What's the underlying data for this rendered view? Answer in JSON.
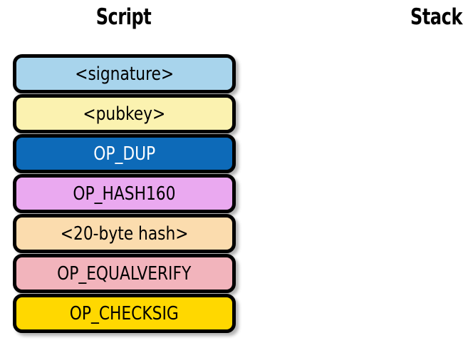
{
  "headings": {
    "script": "Script",
    "stack": "Stack"
  },
  "colors": {
    "border": "#000000",
    "background": "#ffffff",
    "signature_fill": "#a8d4ec",
    "pubkey_fill": "#fbf2b0",
    "op_dup_fill": "#0d6ab8",
    "op_hash160_fill": "#eaa9f0",
    "hash_fill": "#fbdcae",
    "op_equalverify_fill": "#f2b4bc",
    "op_checksig_fill": "#ffd800"
  },
  "script_items": [
    {
      "label": "<signature>",
      "fill": "#a8d4ec",
      "text_color": "#000000"
    },
    {
      "label": "<pubkey>",
      "fill": "#fbf2b0",
      "text_color": "#000000"
    },
    {
      "label": "OP_DUP",
      "fill": "#0d6ab8",
      "text_color": "#ffffff"
    },
    {
      "label": "OP_HASH160",
      "fill": "#eaa9f0",
      "text_color": "#000000"
    },
    {
      "label": "<20-byte hash>",
      "fill": "#fbdcae",
      "text_color": "#000000"
    },
    {
      "label": "OP_EQUALVERIFY",
      "fill": "#f2b4bc",
      "text_color": "#000000"
    },
    {
      "label": "OP_CHECKSIG",
      "fill": "#ffd800",
      "text_color": "#000000"
    }
  ],
  "stack_items": []
}
